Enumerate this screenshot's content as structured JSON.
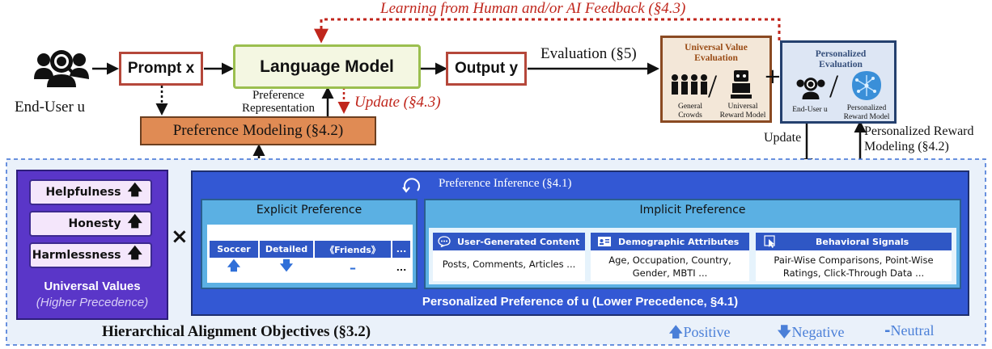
{
  "top_feedback": "Learning from Human and/or AI Feedback (§4.3)",
  "end_user": {
    "label": "End-User u"
  },
  "prompt_box": {
    "label": "Prompt x"
  },
  "language_model": {
    "label": "Language Model"
  },
  "output_box": {
    "label": "Output y"
  },
  "evaluation": {
    "label": "Evaluation (§5)"
  },
  "universal_eval": {
    "title": "Universal Value Evaluation",
    "left_label": "General Crowds",
    "right_label": "Universal Reward Model"
  },
  "plus": "+",
  "personalized_eval": {
    "title": "Personalized Evaluation",
    "left_label": "End-User u",
    "right_label": "Personalized Reward Model"
  },
  "preference_representation": "Preference Representation",
  "update_red": "Update (§4.3)",
  "preference_modeling": "Preference Modeling (§4.2)",
  "update_right": "Update",
  "personalized_reward_modeling": "Personalized Reward Modeling (§4.2)",
  "universal_values": {
    "items": [
      {
        "label": "Helpfulness",
        "arrow": "🡅"
      },
      {
        "label": "Honesty",
        "arrow": "🡅"
      },
      {
        "label": "Harmlessness",
        "arrow": "🡅"
      }
    ],
    "title": "Universal Values",
    "subtitle": "(Higher Precedence)"
  },
  "times": "×",
  "preference_inference": "Preference Inference (§4.1)",
  "explicit": {
    "title": "Explicit Preference",
    "headers": [
      "Soccer",
      "Detailed",
      "《Friends》",
      "..."
    ],
    "values": [
      "🡅",
      "🡇",
      "–",
      "..."
    ]
  },
  "implicit": {
    "title": "Implicit Preference",
    "ugc": {
      "title": "User-Generated Content",
      "body": "Posts, Comments, Articles ..."
    },
    "demo": {
      "title": "Demographic Attributes",
      "body": "Age, Occupation, Country, Gender, MBTI ..."
    },
    "behav": {
      "title": "Behavioral Signals",
      "body": "Pair-Wise Comparisons, Point-Wise Ratings, Click-Through Data ..."
    }
  },
  "personalized_preference": "Personalized Preference of u (Lower Precedence, §4.1)",
  "hierarchical_objectives": "Hierarchical Alignment Objectives (§3.2)",
  "legend": {
    "positive": "Positive",
    "negative": "Negative",
    "neutral": "Neutral"
  },
  "colors": {
    "accent_red": "#c0261c",
    "purple": "#5030c8",
    "royal_blue": "#3358d4",
    "light_blue": "#5bb0e3",
    "orange": "#e08b54"
  }
}
